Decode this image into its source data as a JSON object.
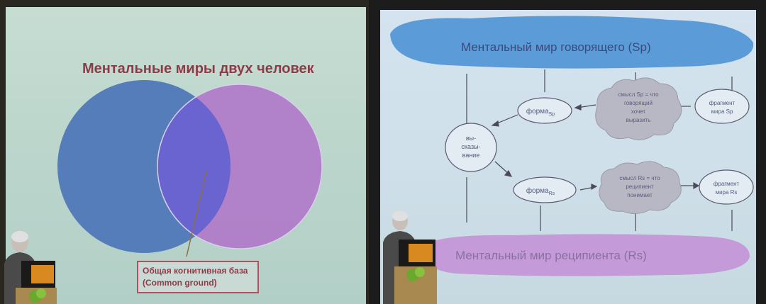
{
  "left_slide": {
    "title": "Ментальные миры двух человек",
    "common_ground_line1": "Общая когнитивная база",
    "common_ground_line2": "(Common ground)",
    "colors": {
      "circle_left": "#4f78b8",
      "circle_right": "#b07cc8",
      "overlap": "#6a64d0",
      "title": "#8c3c48"
    }
  },
  "right_slide": {
    "top_band": "Ментальный мир говорящего (Sp)",
    "bottom_band": "Ментальный мир реципиента (Rs)",
    "node_utterance_lines": [
      "вы-",
      "сказы-",
      "вание"
    ],
    "node_form_sp": "форма",
    "node_form_sp_sub": "Sp",
    "node_meaning_sp_lines": [
      "смысл Sp = что",
      "говорящий",
      "хочет",
      "выразить"
    ],
    "node_fragment_sp_lines": [
      "фрагмент",
      "мира Sp"
    ],
    "node_form_rs": "форма",
    "node_form_rs_sub": "Rs",
    "node_meaning_rs_lines": [
      "смысл Rs = что",
      "реципиент",
      "понимает"
    ],
    "node_fragment_rs_lines": [
      "фрагмент",
      "мира Rs"
    ],
    "colors": {
      "top_band": "#5b9bd8",
      "bottom_band": "#c49bd8",
      "cloud": "#b8b8c4",
      "text": "#5a5a80"
    }
  }
}
